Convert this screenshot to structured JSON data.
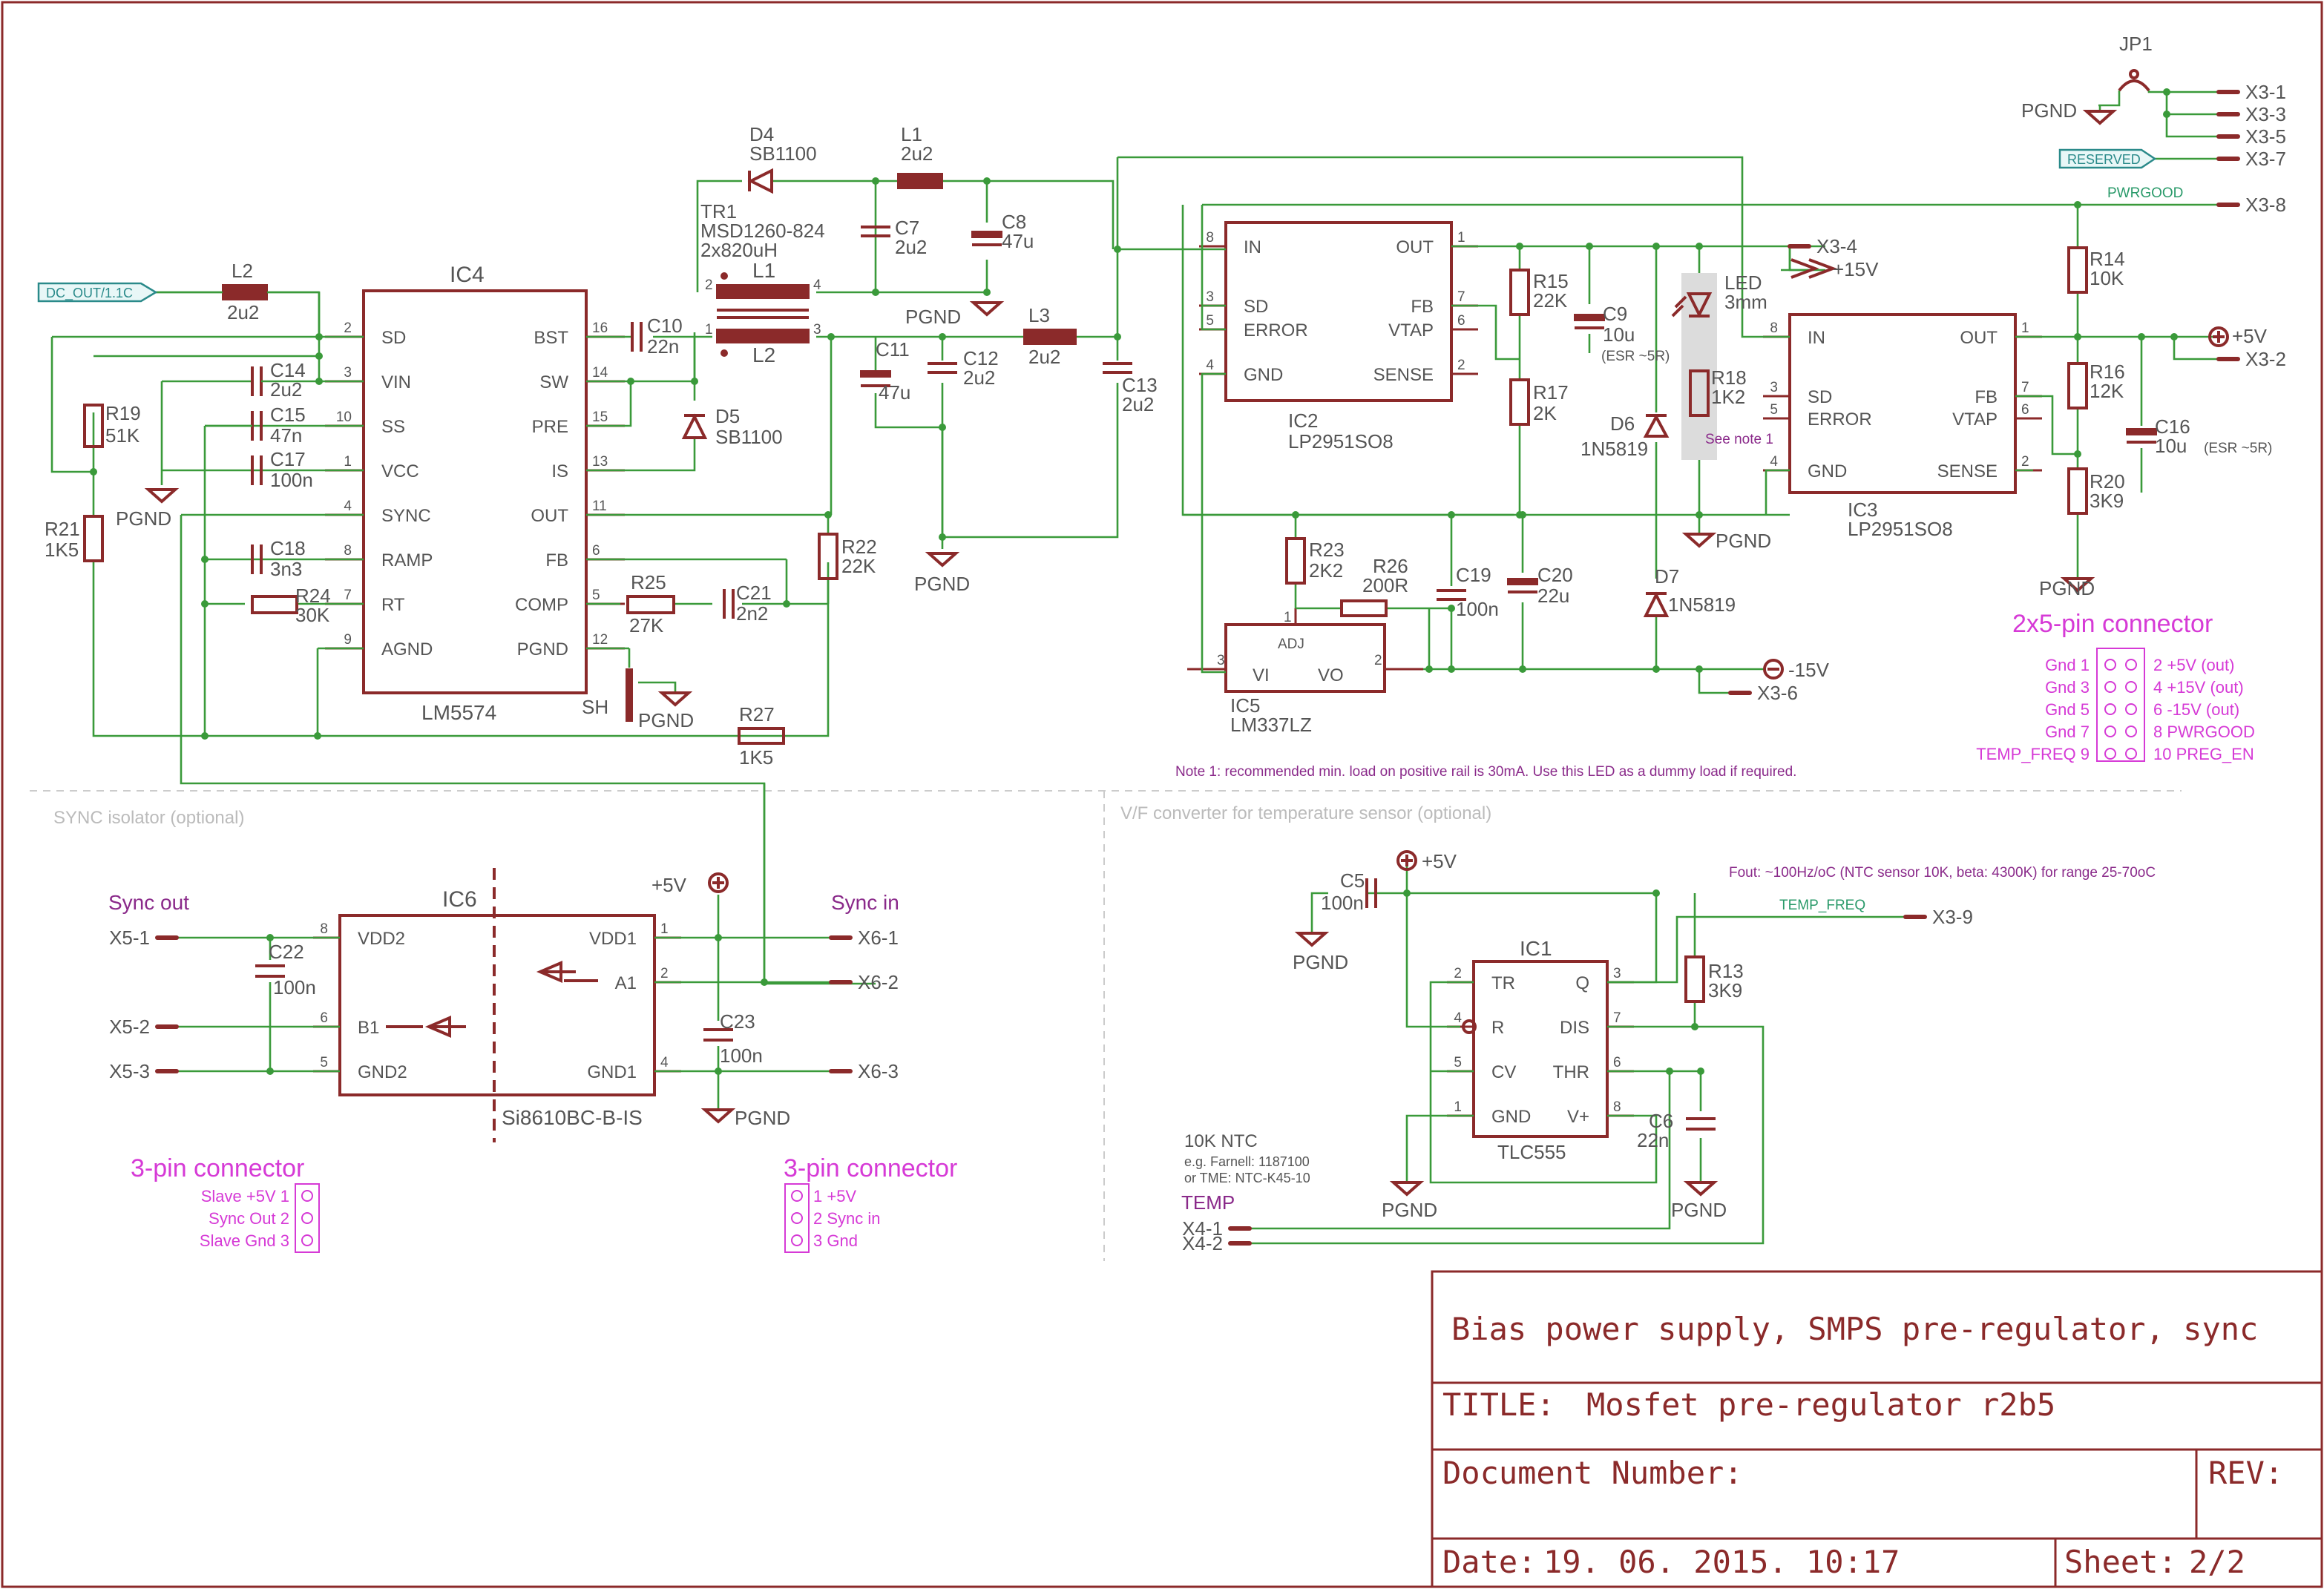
{
  "ics": {
    "ic4": {
      "name": "IC4",
      "value": "LM5574",
      "left_pins": [
        {
          "num": "2",
          "label": "SD"
        },
        {
          "num": "3",
          "label": "VIN"
        },
        {
          "num": "10",
          "label": "SS"
        },
        {
          "num": "1",
          "label": "VCC"
        },
        {
          "num": "4",
          "label": "SYNC"
        },
        {
          "num": "8",
          "label": "RAMP"
        },
        {
          "num": "7",
          "label": "RT"
        },
        {
          "num": "9",
          "label": "AGND"
        }
      ],
      "right_pins": [
        {
          "num": "16",
          "label": "BST"
        },
        {
          "num": "14",
          "label": "SW"
        },
        {
          "num": "15",
          "label": "PRE"
        },
        {
          "num": "13",
          "label": "IS"
        },
        {
          "num": "11",
          "label": "OUT"
        },
        {
          "num": "6",
          "label": "FB"
        },
        {
          "num": "5",
          "label": "COMP"
        },
        {
          "num": "12",
          "label": "PGND"
        }
      ]
    },
    "ic2": {
      "name": "IC2",
      "value": "LP2951SO8",
      "left_pins": [
        {
          "num": "8",
          "label": "IN"
        },
        {
          "num": "3",
          "label": "SD"
        },
        {
          "num": "5",
          "label": "ERROR"
        },
        {
          "num": "4",
          "label": "GND"
        }
      ],
      "right_pins": [
        {
          "num": "1",
          "label": "OUT"
        },
        {
          "num": "7",
          "label": "FB"
        },
        {
          "num": "6",
          "label": "VTAP"
        },
        {
          "num": "2",
          "label": "SENSE"
        }
      ]
    },
    "ic3": {
      "name": "IC3",
      "value": "LP2951SO8",
      "left_pins": [
        {
          "num": "8",
          "label": "IN"
        },
        {
          "num": "3",
          "label": "SD"
        },
        {
          "num": "5",
          "label": "ERROR"
        },
        {
          "num": "4",
          "label": "GND"
        }
      ],
      "right_pins": [
        {
          "num": "1",
          "label": "OUT"
        },
        {
          "num": "7",
          "label": "FB"
        },
        {
          "num": "6",
          "label": "VTAP"
        },
        {
          "num": "2",
          "label": "SENSE"
        }
      ]
    },
    "ic5": {
      "name": "IC5",
      "value": "LM337LZ",
      "pin_vi": "VI",
      "pin_vo": "VO",
      "pin_adj": "ADJ",
      "n3": "3",
      "n2": "2",
      "n1": "1"
    },
    "ic6": {
      "name": "IC6",
      "value": "Si8610BC-B-IS",
      "left_pins": [
        {
          "num": "8",
          "label": "VDD2"
        },
        {
          "num": "6",
          "label": "B1"
        },
        {
          "num": "5",
          "label": "GND2"
        }
      ],
      "right_pins": [
        {
          "num": "1",
          "label": "VDD1"
        },
        {
          "num": "2",
          "label": "A1"
        },
        {
          "num": "4",
          "label": "GND1"
        }
      ]
    },
    "ic1": {
      "name": "IC1",
      "value": "TLC555",
      "left_pins": [
        {
          "num": "2",
          "label": "TR"
        },
        {
          "num": "4",
          "label": "R"
        },
        {
          "num": "5",
          "label": "CV"
        },
        {
          "num": "1",
          "label": "GND"
        }
      ],
      "right_pins": [
        {
          "num": "3",
          "label": "Q"
        },
        {
          "num": "7",
          "label": "DIS"
        },
        {
          "num": "6",
          "label": "THR"
        },
        {
          "num": "8",
          "label": "V+"
        }
      ]
    }
  },
  "parts": {
    "c10": [
      "C10",
      "22n"
    ],
    "c14": [
      "C14",
      "2u2"
    ],
    "c15": [
      "C15",
      "47n"
    ],
    "c17": [
      "C17",
      "100n"
    ],
    "c18": [
      "C18",
      "3n3"
    ],
    "c21": [
      "C21",
      "2n2"
    ],
    "c7": [
      "C7",
      "2u2"
    ],
    "c8": [
      "C8",
      "47u"
    ],
    "c11": [
      "C11",
      "47u"
    ],
    "c12": [
      "C12",
      "2u2"
    ],
    "c13": [
      "C13",
      "2u2"
    ],
    "c9": [
      "C9",
      "10u"
    ],
    "c19": [
      "C19",
      "100n"
    ],
    "c20": [
      "C20",
      "22u"
    ],
    "c16": [
      "C16",
      "10u"
    ],
    "c22": [
      "C22",
      "100n"
    ],
    "c23": [
      "C23",
      "100n"
    ],
    "c5": [
      "C5",
      "100n"
    ],
    "c6": [
      "C6",
      "22n"
    ],
    "r19": [
      "R19",
      "51K"
    ],
    "r21": [
      "R21",
      "1K5"
    ],
    "r24": [
      "R24",
      "30K"
    ],
    "r25": [
      "R25",
      "27K"
    ],
    "r22": [
      "R22",
      "22K"
    ],
    "r27": [
      "R27",
      "1K5"
    ],
    "r15": [
      "R15",
      "22K"
    ],
    "r17": [
      "R17",
      "2K"
    ],
    "r18": [
      "R18",
      "1K2"
    ],
    "r23": [
      "R23",
      "2K2"
    ],
    "r26": [
      "R26",
      "200R"
    ],
    "r14": [
      "R14",
      "10K"
    ],
    "r16": [
      "R16",
      "12K"
    ],
    "r20": [
      "R20",
      "3K9"
    ],
    "r13": [
      "R13",
      "3K9"
    ],
    "l2": [
      "L2",
      "2u2"
    ],
    "l1": [
      "L1",
      "2u2"
    ],
    "l3": [
      "L3",
      "2u2"
    ],
    "d4": [
      "D4",
      "SB1100"
    ],
    "d5": [
      "D5",
      "SB1100"
    ],
    "d6": [
      "D6",
      "1N5819"
    ],
    "d7": [
      "D7",
      "1N5819"
    ],
    "led": [
      "LED",
      "3mm"
    ]
  },
  "tr1": {
    "name": "TR1",
    "value": "MSD1260-824",
    "value2": "2x820uH",
    "w1": "L1",
    "w2": "L2",
    "p2": "2",
    "p4": "4",
    "p1": "1",
    "p3": "3"
  },
  "labels": {
    "pgnd": "PGND",
    "sh": "SH",
    "esr5": "(ESR ~5R)",
    "see_note": "See note 1",
    "esr5b": "(ESR ~5R)",
    "p5v": "+5V",
    "p15v": "+15V",
    "m15v": "-15V",
    "p5v_b": "+5V",
    "p5v_c": "+5V",
    "gnd": "PGND"
  },
  "flags": {
    "dc_out": "DC_OUT/1.1C",
    "reserved": "RESERVED"
  },
  "nets": {
    "pwrgood": "PWRGOOD",
    "temp_freq": "TEMP_FREQ"
  },
  "connectors": {
    "x3_1": "X3-1",
    "x3_3": "X3-3",
    "x3_5": "X3-5",
    "x3_7": "X3-7",
    "x3_8": "X3-8",
    "x3_4": "X3-4",
    "x3_2": "X3-2",
    "x3_6": "X3-6",
    "x3_9": "X3-9",
    "x5_1": "X5-1",
    "x5_2": "X5-2",
    "x5_3": "X5-3",
    "x6_1": "X6-1",
    "x6_2": "X6-2",
    "x6_3": "X6-3",
    "x4_1": "X4-1",
    "x4_2": "X4-2",
    "jp1": "JP1"
  },
  "sections": {
    "sync": "SYNC isolator (optional)",
    "vf": "V/F converter for temperature sensor (optional)"
  },
  "notes": {
    "note1": "Note 1: recommended min. load on positive rail is 30mA. Use this LED as a dummy load if required.",
    "fout": "Fout: ~100Hz/oC (NTC sensor 10K, beta: 4300K) for range 25-70oC",
    "ntc_title": "10K NTC",
    "ntc_line1": "e.g. Farnell: 1187100",
    "ntc_line2": "or TME: NTC-K45-10",
    "temp": "TEMP",
    "sync_out": "Sync out",
    "sync_in": "Sync in"
  },
  "conn2x5": {
    "title": "2x5-pin connector",
    "left": [
      "Gnd 1",
      "Gnd 3",
      "Gnd 5",
      "Gnd 7",
      "TEMP_FREQ 9"
    ],
    "right": [
      "2 +5V (out)",
      "4 +15V (out)",
      "6 -15V (out)",
      "8 PWRGOOD",
      "10 PREG_EN"
    ]
  },
  "conn3a": {
    "title": "3-pin connector",
    "rows": [
      "Slave +5V 1",
      "Sync Out 2",
      "Slave Gnd 3"
    ]
  },
  "conn3b": {
    "title": "3-pin connector",
    "rows": [
      "1 +5V",
      "2 Sync in",
      "3 Gnd"
    ]
  },
  "titleblock": {
    "description": "Bias power supply, SMPS pre-regulator, sync",
    "title_label": "TITLE:",
    "title": "Mosfet pre-regulator r2b5",
    "docnum_label": "Document Number:",
    "rev_label": "REV:",
    "date_label": "Date:",
    "date": "19. 06. 2015. 10:17",
    "sheet_label": "Sheet:",
    "sheet": "2/2"
  }
}
